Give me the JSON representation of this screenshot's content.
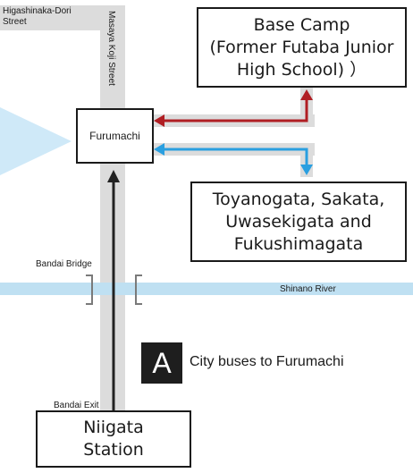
{
  "streets": {
    "higashinaka_line1": "Higashinaka-Dori",
    "higashinaka_line2": "Street",
    "masaya": "Masaya Koji Street"
  },
  "places": {
    "furumachi": "Furumachi",
    "base_camp_lines": [
      "Base Camp",
      "(Former Futaba Junior",
      "High School) ）"
    ],
    "destinations_lines": [
      "Toyanogata, Sakata,",
      "Uwasekigata and",
      "Fukushimagata"
    ],
    "niigata_lines": [
      "Niigata",
      "Station"
    ]
  },
  "labels": {
    "bandai_bridge": "Bandai Bridge",
    "shinano_river": "Shinano River",
    "bandai_exit": "Bandai Exit"
  },
  "legend": {
    "badge": "A",
    "text": "City buses to Furumachi"
  },
  "colors": {
    "road": "#dcdcdc",
    "river": "#bfe0f2",
    "arrow_red": "#b01e23",
    "arrow_blue": "#2a9fe0",
    "arrow_dark": "#222222"
  }
}
